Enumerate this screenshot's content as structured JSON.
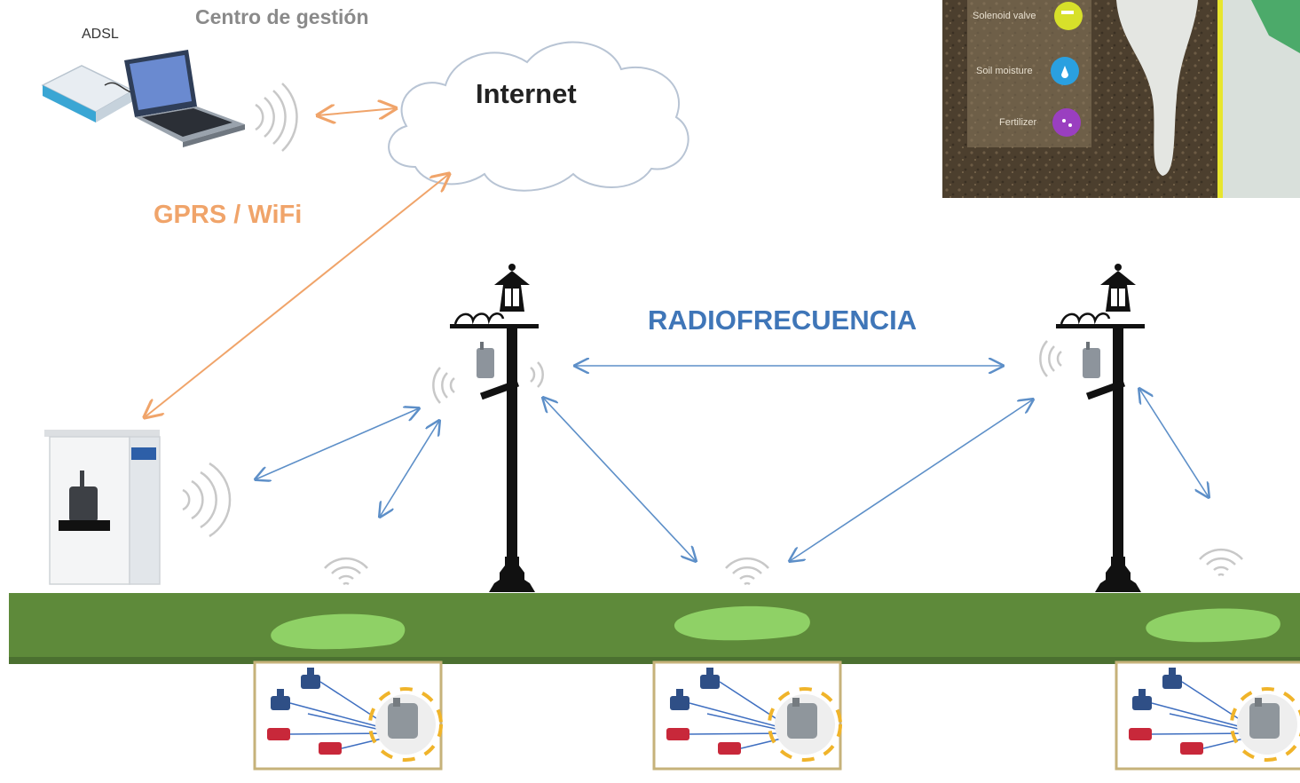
{
  "labels": {
    "adsl": "ADSL",
    "centro": "Centro de gestión",
    "internet": "Internet",
    "gprs_wifi": "GPRS / WiFi",
    "radiofrecuencia": "RADIOFRECUENCIA"
  },
  "inset": {
    "sensors": [
      "Solenoid valve",
      "Soil moisture",
      "Fertilizer"
    ]
  },
  "colors": {
    "orange_link": "#f0a46a",
    "blue_link": "#5d8fc8",
    "ground": "#5e8a3a",
    "sensor_pad": "#8fd166",
    "cloud_outline": "#b8c4d4",
    "solenoid_icon": "#d7e02a",
    "moisture_icon": "#2aa0e0",
    "fertilizer_icon": "#9a3fc0"
  }
}
